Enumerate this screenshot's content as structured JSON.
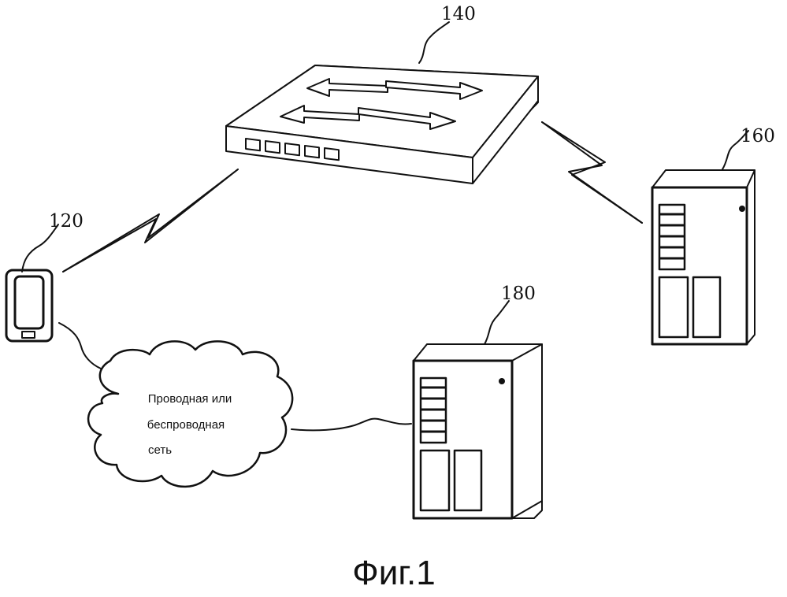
{
  "labels": {
    "terminal": "120",
    "router": "140",
    "server_right": "160",
    "server_bottom": "180"
  },
  "cloud": {
    "line1": "Проводная или",
    "line2": "беспроводная",
    "line3": "сеть"
  },
  "caption": "Фиг.1",
  "icons": {
    "terminal": "mobile-phone-icon",
    "router": "router-switch-icon",
    "server_right": "server-icon",
    "server_bottom": "server-icon",
    "cloud": "network-cloud-icon"
  }
}
